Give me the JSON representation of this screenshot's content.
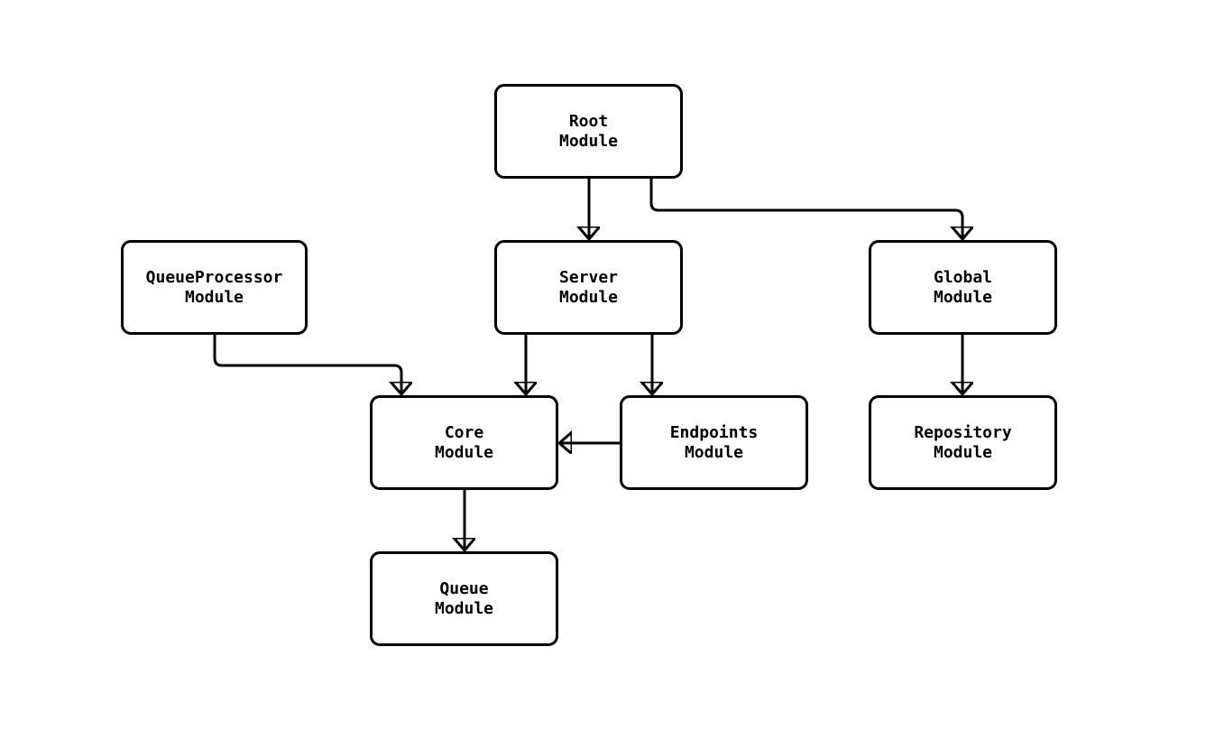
{
  "diagram": {
    "type": "module-dependency-flowchart",
    "background_color": "#ffffff",
    "node_fill_color": "#ffffff",
    "stroke_color": "#000000",
    "text_color": "#000000",
    "nodes": [
      {
        "id": "root",
        "label": "Root\nModule"
      },
      {
        "id": "server",
        "label": "Server\nModule"
      },
      {
        "id": "queueprocessor",
        "label": "QueueProcessor\nModule"
      },
      {
        "id": "global",
        "label": "Global\nModule"
      },
      {
        "id": "core",
        "label": "Core\nModule"
      },
      {
        "id": "endpoints",
        "label": "Endpoints\nModule"
      },
      {
        "id": "repository",
        "label": "Repository\nModule"
      },
      {
        "id": "queue",
        "label": "Queue\nModule"
      }
    ],
    "edges": [
      {
        "from": "root",
        "to": "server"
      },
      {
        "from": "root",
        "to": "global"
      },
      {
        "from": "queueprocessor",
        "to": "core"
      },
      {
        "from": "server",
        "to": "core"
      },
      {
        "from": "server",
        "to": "endpoints"
      },
      {
        "from": "endpoints",
        "to": "core"
      },
      {
        "from": "global",
        "to": "repository"
      },
      {
        "from": "core",
        "to": "queue"
      }
    ]
  }
}
